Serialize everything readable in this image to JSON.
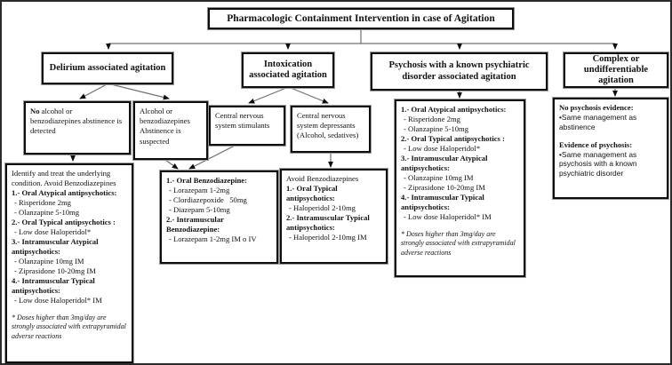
{
  "title": "Pharmacologic Containment Intervention in case of Agitation",
  "branches": [
    {
      "label": "Delirium associated agitation"
    },
    {
      "label": "Intoxication associated agitation"
    },
    {
      "label": "Psychosis with a known psychiatric disorder associated agitation"
    },
    {
      "label": "Complex or undifferentiable agitation"
    }
  ],
  "conditions": {
    "no_abstinence": {
      "lead": "No",
      "rest": "alcohol or benzodiazepines abstinence is detected"
    },
    "abstinence_suspected": "Alcohol or benzodiazepines Abstinence is suspected",
    "cns_stimulants": "Central nervous system stimulants",
    "cns_depressants": "Central nervous system depressants (Alcohol, sedatives)"
  },
  "treatments": {
    "delirium_no_abstinence": {
      "lines": [
        {
          "text": "Identify and treat the underlying condition. Avoid Benzodiazepines",
          "style": "plain"
        },
        {
          "text": "1.- Oral Atypical antipsychotics:",
          "style": "bold"
        },
        {
          "text": "- Risperidone 2mg",
          "style": "item"
        },
        {
          "text": "- Olanzapine 5-10mg",
          "style": "item"
        },
        {
          "text": "2.- Oral Typical antipsychotics :",
          "style": "bold"
        },
        {
          "text": "- Low dose Haloperidol*",
          "style": "item"
        },
        {
          "text": "3.- Intramuscular Atypical antipsychotics:",
          "style": "bold"
        },
        {
          "text": "- Olanzapine 10mg IM",
          "style": "item"
        },
        {
          "text": "- Ziprasidone 10-20mg IM",
          "style": "item"
        },
        {
          "text": "4.- Intramuscular Typical antipsychotics:",
          "style": "bold"
        },
        {
          "text": "- Low dose Haloperidol* IM",
          "style": "item"
        },
        {
          "text": "",
          "style": "spacer"
        },
        {
          "text": "* Doses higher than 3mg/day are strongly associated with extrapyramidal adverse reactions",
          "style": "footnote"
        }
      ]
    },
    "benzodiazepine": {
      "lines": [
        {
          "text": "1.- Oral Benzodiazepine:",
          "style": "bold"
        },
        {
          "text": "- Lorazepam 1-2mg",
          "style": "item"
        },
        {
          "text": "- Clordiazepoxide   50mg",
          "style": "item"
        },
        {
          "text": "- Diazepam 5-10mg",
          "style": "item"
        },
        {
          "text": "2.- Intramuscular Benzodiazepine:",
          "style": "bold"
        },
        {
          "text": "- Lorazepam 1-2mg IM o IV",
          "style": "item"
        }
      ]
    },
    "avoid_benzodiazepine": {
      "lines": [
        {
          "text": "Avoid Benzodiazepines",
          "style": "plain"
        },
        {
          "text": "1.- Oral Typical antipsychotics:",
          "style": "bold"
        },
        {
          "text": "- Haloperidol 2-10mg",
          "style": "item"
        },
        {
          "text": "2.- Intramuscular Typical antipsychotics:",
          "style": "bold"
        },
        {
          "text": "- Haloperidol 2-10mg IM",
          "style": "item"
        }
      ]
    },
    "psychosis": {
      "lines": [
        {
          "text": "1.- Oral Atypical antipsychotics:",
          "style": "bold"
        },
        {
          "text": "- Risperidone 2mg",
          "style": "item"
        },
        {
          "text": "- Olanzapine 5-10mg",
          "style": "item"
        },
        {
          "text": "2.- Oral Typical antipsychotics :",
          "style": "bold"
        },
        {
          "text": "- Low dose Haloperidol*",
          "style": "item"
        },
        {
          "text": "3.- Intramuscular Atypical antipsychotics:",
          "style": "bold"
        },
        {
          "text": "- Olanzapine 10mg IM",
          "style": "item"
        },
        {
          "text": "- Ziprasidone 10-20mg IM",
          "style": "item"
        },
        {
          "text": "4.- Intramuscular Typical antipsychotics:",
          "style": "bold"
        },
        {
          "text": "- Low dose Haloperidol* IM",
          "style": "item"
        },
        {
          "text": "",
          "style": "spacer"
        },
        {
          "text": "* Doses higher than 3mg/day are strongly associated with extrapyramidal adverse reactions",
          "style": "footnote"
        }
      ]
    },
    "complex": {
      "lines": [
        {
          "text": "No psychosis evidence:",
          "style": "bold"
        },
        {
          "text": "•Same management as abstinence",
          "style": "sans"
        },
        {
          "text": "",
          "style": "spacer"
        },
        {
          "text": "Evidence of psychosis:",
          "style": "bold"
        },
        {
          "text": "•Same management as psychosis with a known psychiatric disorder",
          "style": "sans"
        }
      ]
    }
  }
}
